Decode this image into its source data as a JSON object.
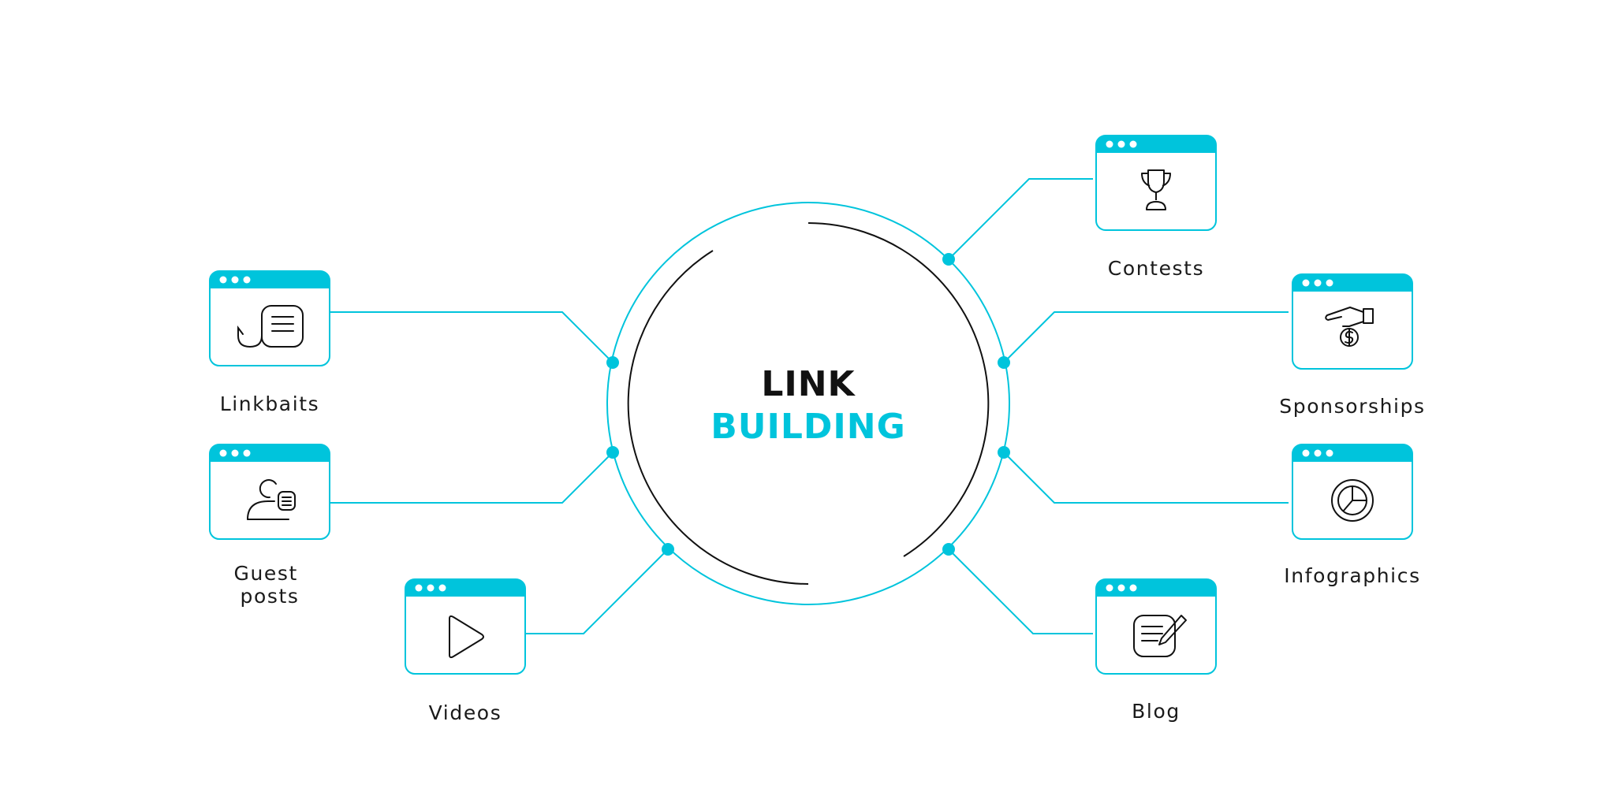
{
  "title": {
    "line1": "LINK",
    "line2": "BUILDING"
  },
  "colors": {
    "accent": "#00c4dc",
    "dark": "#111111",
    "background": "#ffffff"
  },
  "nodes": [
    {
      "id": "linkbaits",
      "label": [
        "Linkbaits"
      ],
      "icon": "hook-document-icon"
    },
    {
      "id": "guest-posts",
      "label": [
        "Guest",
        "posts"
      ],
      "icon": "user-document-icon"
    },
    {
      "id": "videos",
      "label": [
        "Videos"
      ],
      "icon": "play-icon"
    },
    {
      "id": "contests",
      "label": [
        "Contests"
      ],
      "icon": "trophy-icon"
    },
    {
      "id": "sponsorships",
      "label": [
        "Sponsorships"
      ],
      "icon": "hand-dollar-icon"
    },
    {
      "id": "infographics",
      "label": [
        "Infographics"
      ],
      "icon": "pie-chart-icon"
    },
    {
      "id": "blog",
      "label": [
        "Blog"
      ],
      "icon": "note-pencil-icon"
    }
  ]
}
